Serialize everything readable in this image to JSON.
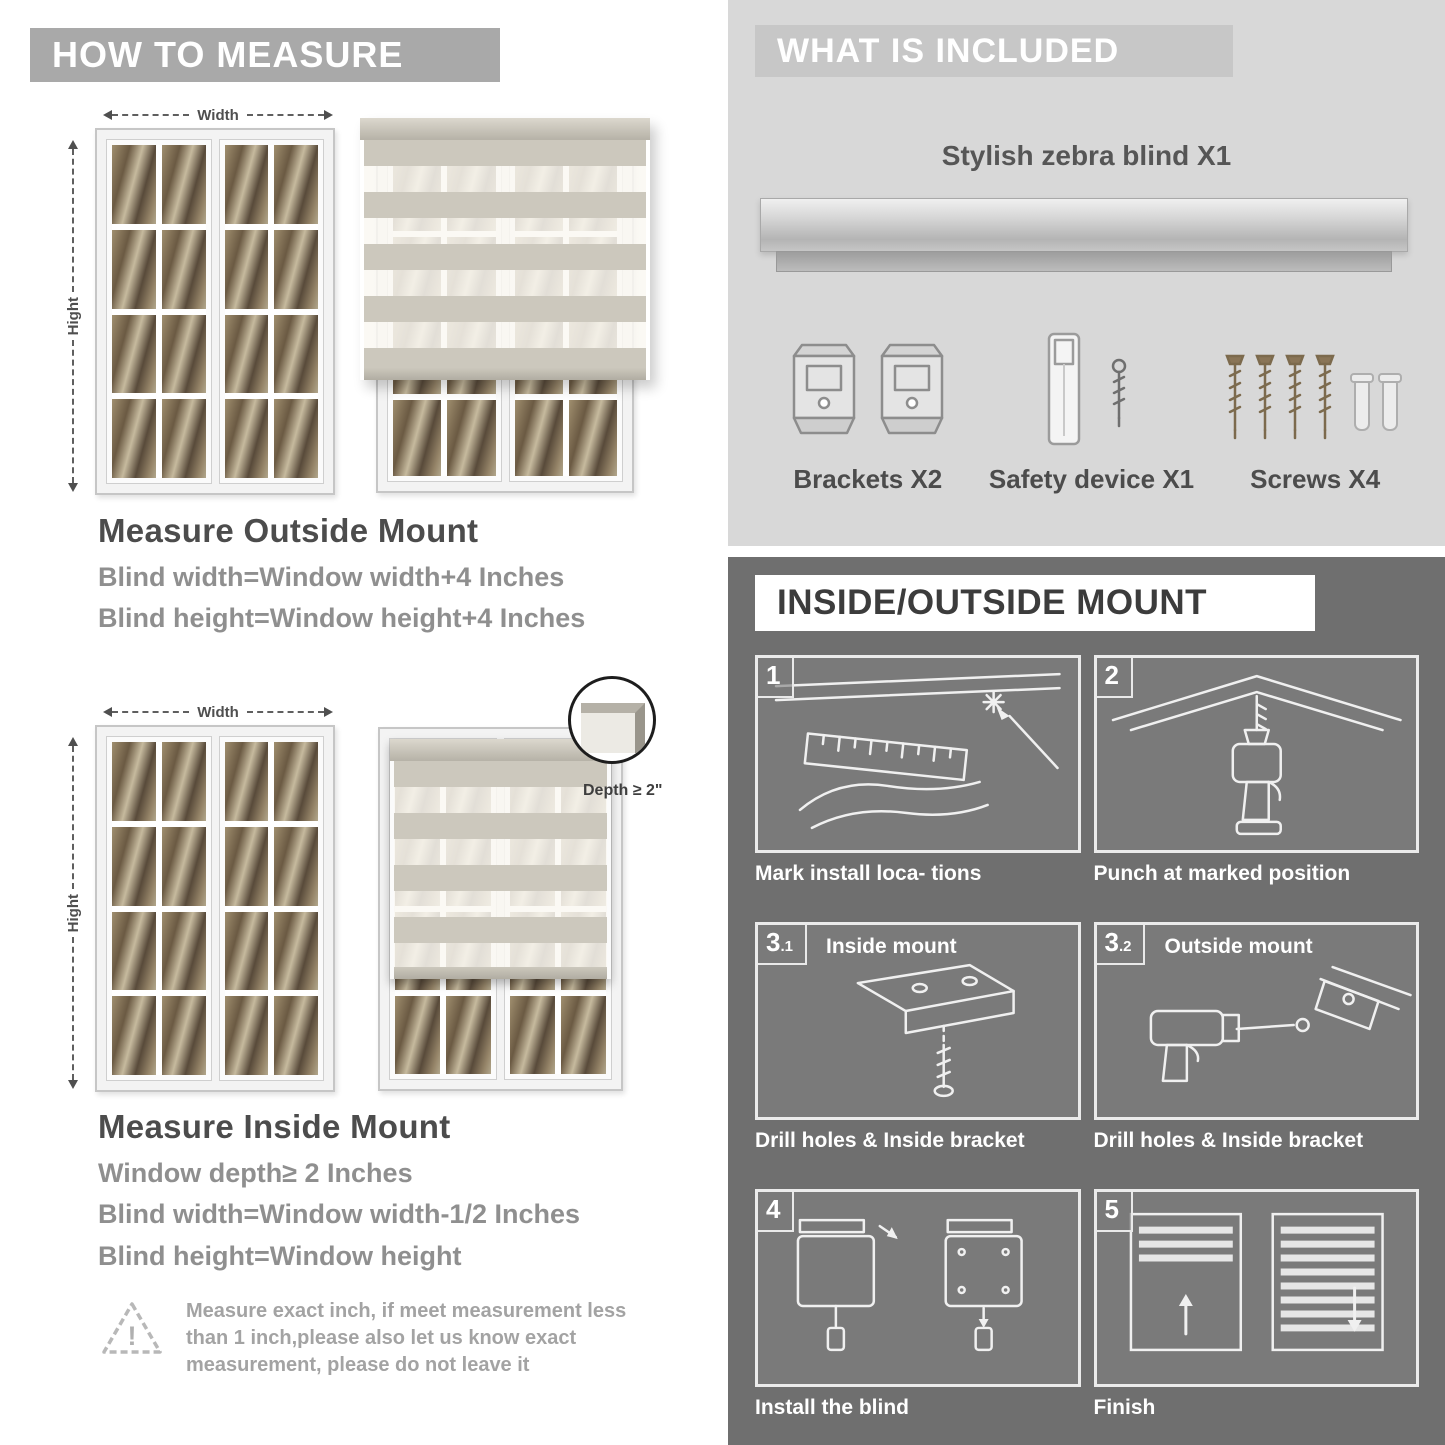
{
  "left": {
    "banner": "HOW TO MEASURE",
    "outside": {
      "width_label": "Width",
      "height_label": "Hight",
      "heading": "Measure Outside Mount",
      "line1": "Blind width=Window width+4 Inches",
      "line2": "Blind height=Window height+4 Inches"
    },
    "inside": {
      "width_label": "Width",
      "height_label": "Hight",
      "depth_label": "Depth ≥ 2\"",
      "heading": "Measure Inside Mount",
      "line1": "Window depth≥ 2 Inches",
      "line2": "Blind width=Window width-1/2 Inches",
      "line3": "Blind height=Window height"
    },
    "warning": {
      "icon": "warning-triangle-icon",
      "line1": "Measure exact inch, if meet measurement less",
      "line2": "than 1 inch,please also let us know exact",
      "line3": "measurement, please do not leave it"
    }
  },
  "included": {
    "banner": "WHAT IS INCLUDED",
    "product_title": "Stylish zebra blind X1",
    "items": [
      {
        "label": "Brackets X2",
        "icon": "bracket-icon"
      },
      {
        "label": "Safety device X1",
        "icon": "safety-device-icon"
      },
      {
        "label": "Screws X4",
        "icon": "screws-icon"
      }
    ]
  },
  "mount": {
    "banner": "INSIDE/OUTSIDE MOUNT",
    "steps": [
      {
        "num": "1",
        "sub": "",
        "title": "",
        "caption": "Mark install loca- tions"
      },
      {
        "num": "2",
        "sub": "",
        "title": "",
        "caption": "Punch at  marked position"
      },
      {
        "num": "3",
        "sub": ".1",
        "title": "Inside mount",
        "caption": "Drill holes &  Inside bracket"
      },
      {
        "num": "3",
        "sub": ".2",
        "title": "Outside mount",
        "caption": "Drill holes &  Inside bracket"
      },
      {
        "num": "4",
        "sub": "",
        "title": "",
        "caption": "Install the blind"
      },
      {
        "num": "5",
        "sub": "",
        "title": "",
        "caption": "Finish"
      }
    ]
  }
}
